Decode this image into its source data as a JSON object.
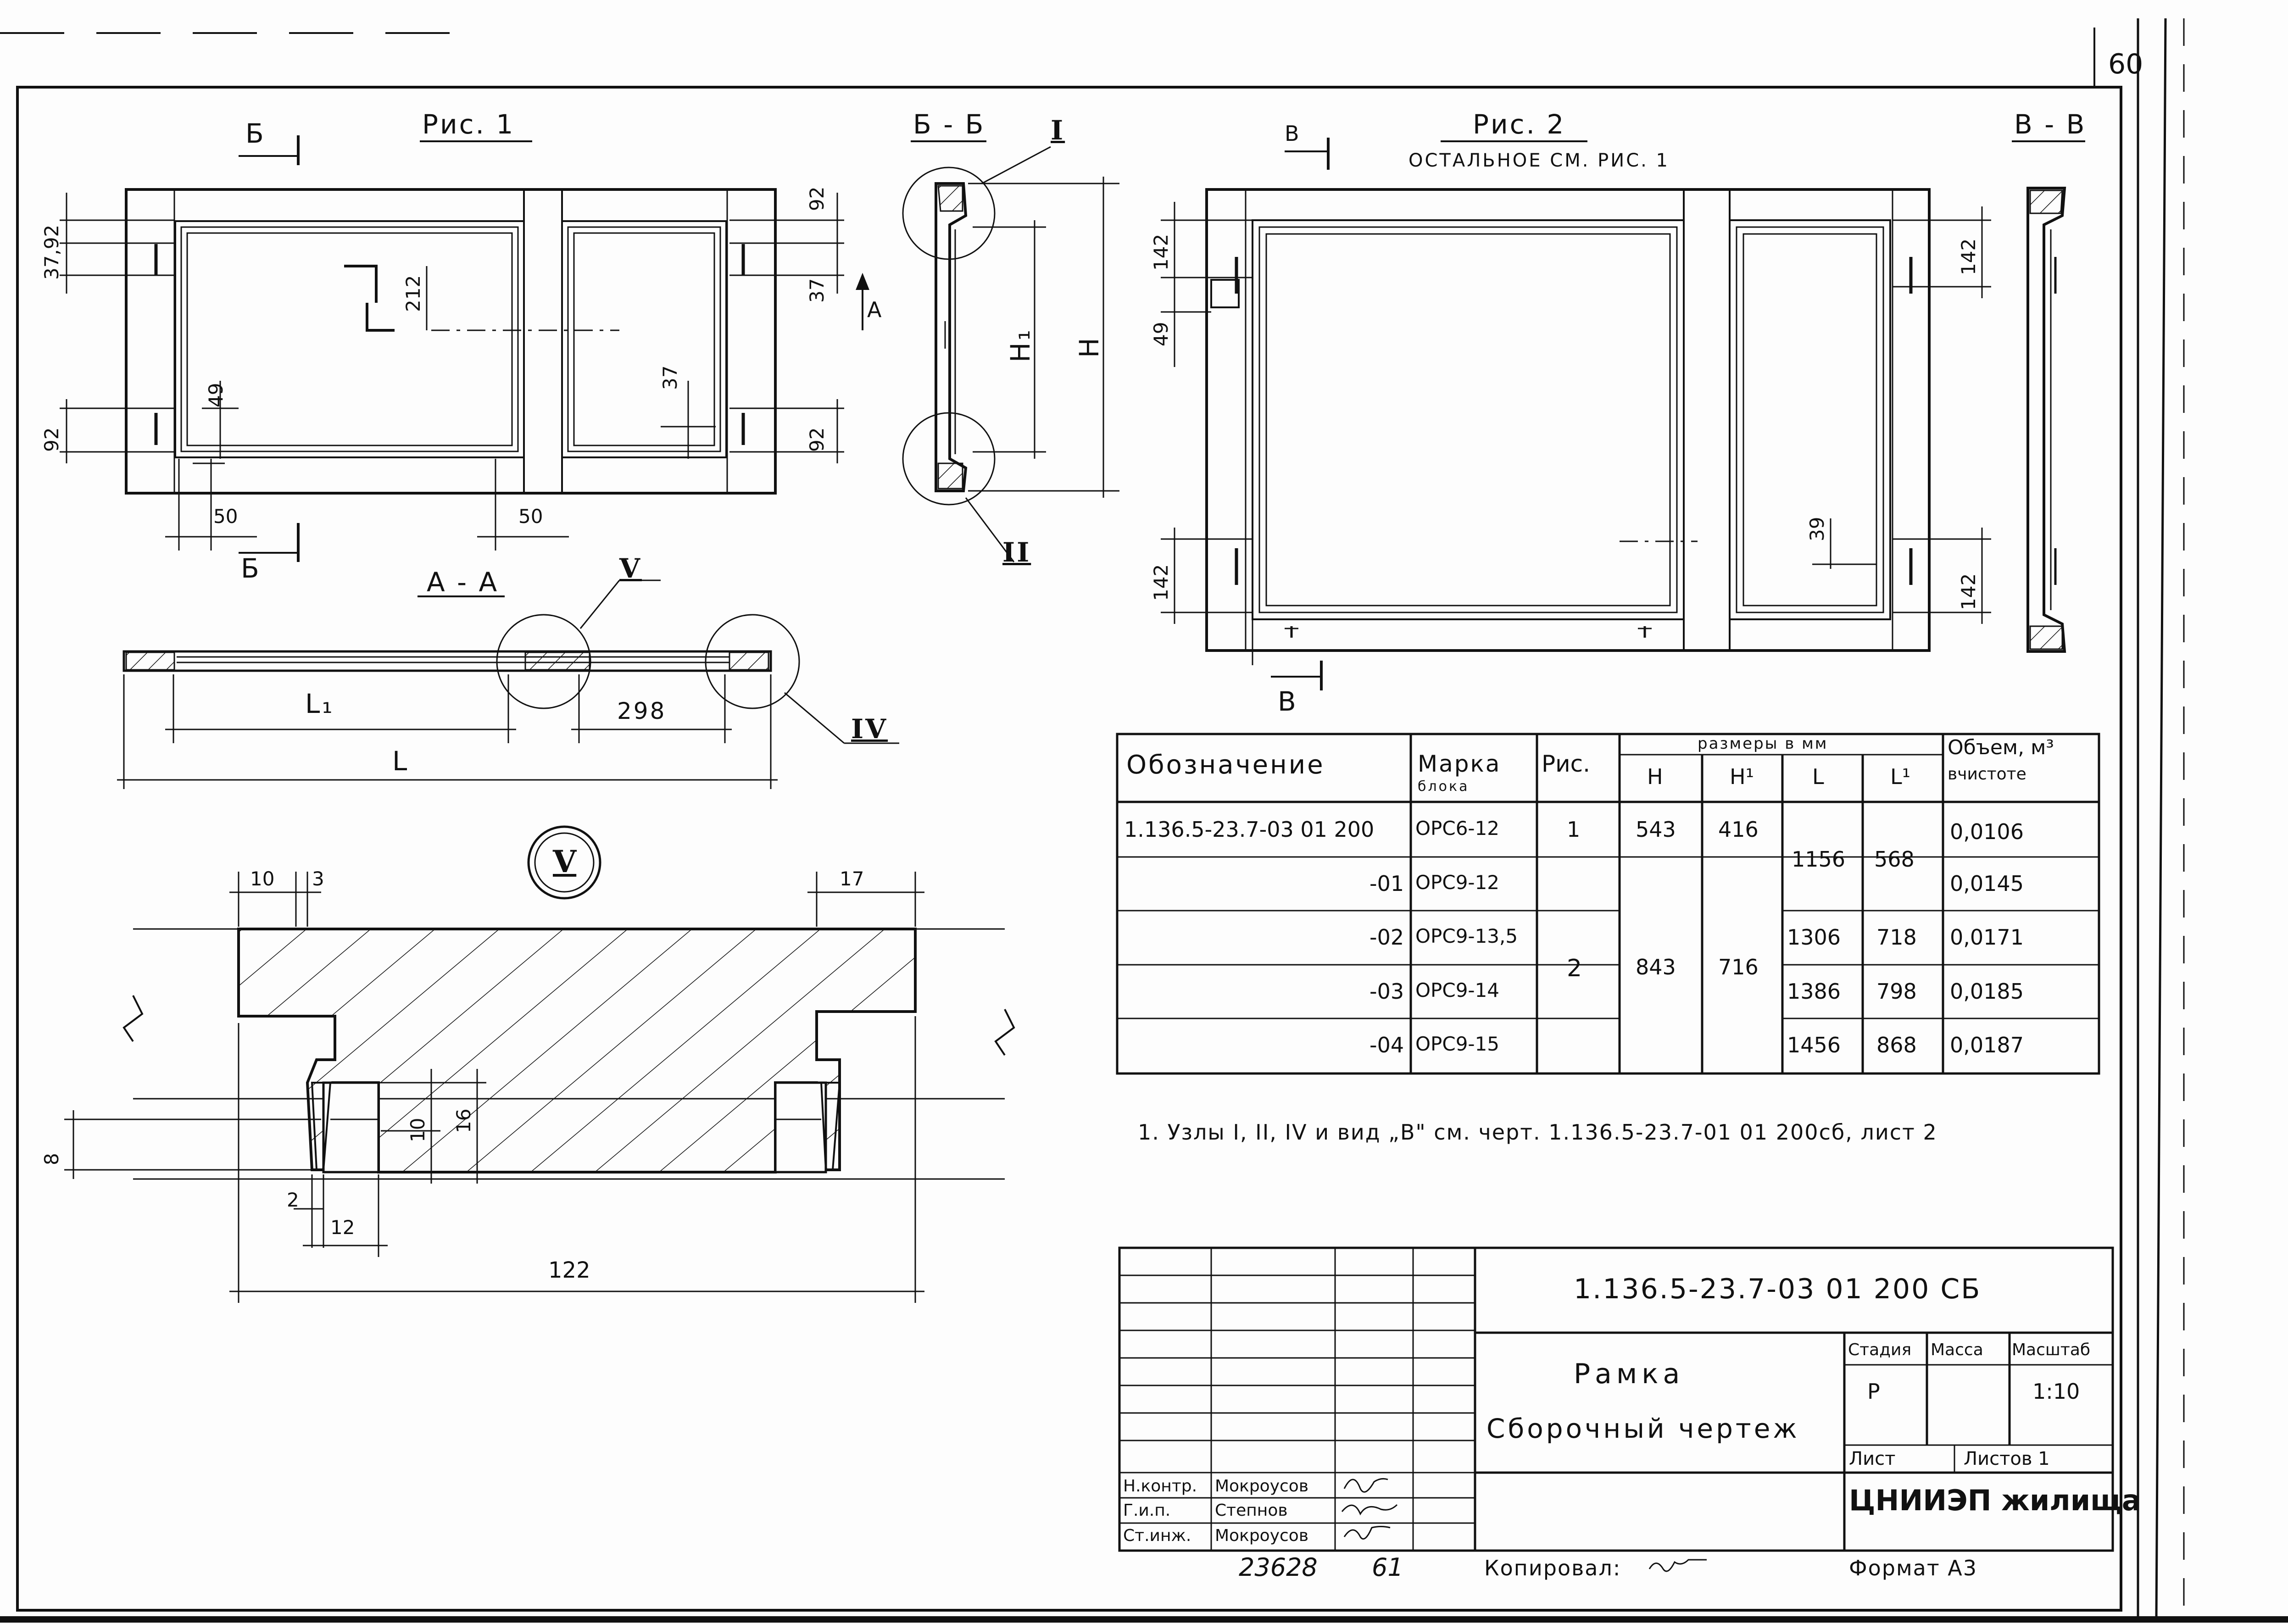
{
  "sheet_number": "60",
  "fig1": {
    "title": "Рис. 1",
    "section_b_label": "Б",
    "section_b_label_bottom": "Б",
    "section_a_arrow": "А",
    "dims": {
      "d37_92": "37,92",
      "d212": "212",
      "d92_tr": "92",
      "d37_r": "37",
      "d49": "49",
      "d92_bl": "92",
      "d37_rb": "37",
      "d92_br": "92",
      "d50_l": "50",
      "d50_r": "50"
    }
  },
  "section_bb": {
    "title": "Б - Б",
    "node1": "I",
    "node2": "II",
    "h1": "H₁",
    "h": "H"
  },
  "section_aa": {
    "title": "А - А",
    "node5": "V",
    "node4": "IV",
    "l1": "L₁",
    "d298": "298",
    "l": "L"
  },
  "fig2": {
    "title": "Рис. 2",
    "subtitle": "ОСТАЛЬНОЕ СМ. РИС. 1",
    "section_v_label": "В",
    "section_v_label_bottom": "В",
    "dims": {
      "d142_tl": "142",
      "d49": "49",
      "d142_tr": "142",
      "d39": "39",
      "d142_bl": "142",
      "d142_br": "142"
    }
  },
  "section_vv": {
    "title": "В - В"
  },
  "detail_v": {
    "label": "V",
    "dims": {
      "d10_top": "10",
      "d3": "3",
      "d17": "17",
      "d10_in": "10",
      "d16": "16",
      "d8": "8",
      "d2": "2",
      "d12": "12",
      "d122": "122"
    }
  },
  "table": {
    "headers": {
      "designation": "Обозначение",
      "mark": "Марка",
      "mark_sub": "блока",
      "fig": "Рис.",
      "sizes": "размеры в мм",
      "h": "Н",
      "h1": "Н¹",
      "l": "L",
      "l1": "L¹",
      "volume": "Объем, м³",
      "volume_sub": "вчистоте"
    },
    "rows": [
      {
        "designation": "1.136.5-23.7-03 01 200",
        "mark": "ОРС6-12",
        "fig": "1",
        "h": "543",
        "h1": "416",
        "l": "1156",
        "l1": "568",
        "volume": "0,0106"
      },
      {
        "designation": "-01",
        "mark": "ОРС9-12",
        "fig": "",
        "h": "",
        "h1": "",
        "l": "",
        "l1": "",
        "volume": "0,0145"
      },
      {
        "designation": "-02",
        "mark": "ОРС9-13,5",
        "fig": "2",
        "h": "843",
        "h1": "716",
        "l": "1306",
        "l1": "718",
        "volume": "0,0171"
      },
      {
        "designation": "-03",
        "mark": "ОРС9-14",
        "fig": "",
        "h": "",
        "h1": "",
        "l": "1386",
        "l1": "798",
        "volume": "0,0185"
      },
      {
        "designation": "-04",
        "mark": "ОРС9-15",
        "fig": "",
        "h": "",
        "h1": "",
        "l": "1456",
        "l1": "868",
        "volume": "0,0187"
      }
    ]
  },
  "note": "1. Узлы I, II, IV и вид „В\" см. черт. 1.136.5-23.7-01 01 200сб, лист 2",
  "title_block": {
    "code": "1.136.5-23.7-03 01 200 СБ",
    "name_line1": "Рамка",
    "name_line2": "Сборочный чертеж",
    "stage_label": "Стадия",
    "mass_label": "Масса",
    "scale_label": "Масштаб",
    "stage_value": "Р",
    "scale_value": "1:10",
    "sheet_label": "Лист",
    "sheets_label": "Листов 1",
    "org": "ЦНИИЭП жилища",
    "roles": [
      {
        "role": "Н.контр.",
        "name": "Мокроусов"
      },
      {
        "role": "Г.и.п.",
        "name": "Степнов"
      },
      {
        "role": "Ст.инж.",
        "name": "Мокроусов"
      }
    ],
    "inventory": "23628",
    "inventory2": "61",
    "copied_label": "Копировал:",
    "format": "Формат А3"
  }
}
